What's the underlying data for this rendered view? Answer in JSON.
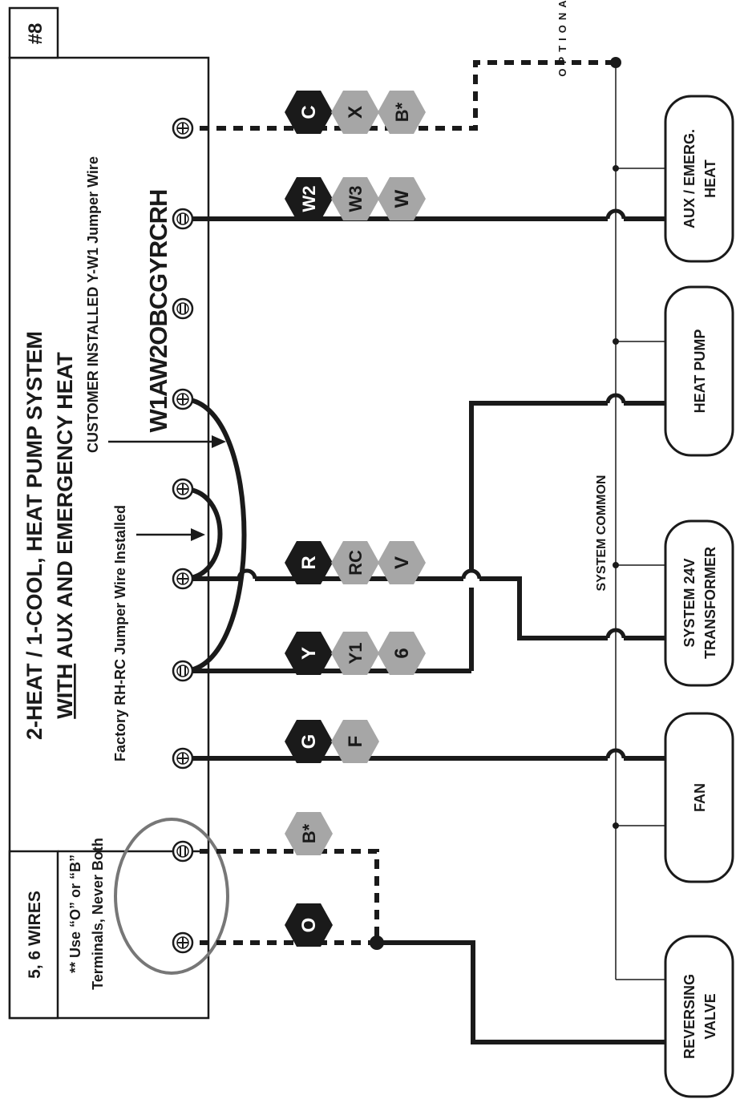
{
  "diagram_number": "#8",
  "title_line1": "2-HEAT / 1-COOL, HEAT PUMP SYSTEM",
  "title_line2_underlined": "WITH",
  "title_line2_rest": " AUX AND EMERGENCY HEAT",
  "wires_label": "5, 6 WIRES",
  "note_line1": "** Use “O” or “B”",
  "note_line2": "Terminals, Never Both",
  "jumper_factory": "Factory RH-RC Jumper Wire Installed",
  "jumper_customer": "CUSTOMER INSTALLED Y-W1 Jumper Wire",
  "terminal_code": "W1AW2OBCGYRCRH",
  "optional_label": "OPTIONAL",
  "system_common": "SYSTEM COMMON",
  "terminals": {
    "c": [
      "C",
      "X",
      "B*"
    ],
    "w2": [
      "W2",
      "W3",
      "W"
    ],
    "r": [
      "R",
      "RC",
      "V"
    ],
    "y": [
      "Y",
      "Y1",
      "6"
    ],
    "g": [
      "G",
      "F"
    ],
    "b": [
      "B*"
    ],
    "o": [
      "O"
    ]
  },
  "equipment": {
    "aux": [
      "AUX / EMERG.",
      "HEAT"
    ],
    "heat_pump": [
      "HEAT PUMP"
    ],
    "transformer": [
      "SYSTEM 24V",
      "TRANSFORMER"
    ],
    "fan": [
      "FAN"
    ],
    "reversing_valve": [
      "REVERSING",
      "VALVE"
    ]
  },
  "colors": {
    "ink": "#1a1a1a",
    "hex_dark": "#1a1a1a",
    "hex_light": "#a6a6a6",
    "circle_outline": "#777777"
  }
}
